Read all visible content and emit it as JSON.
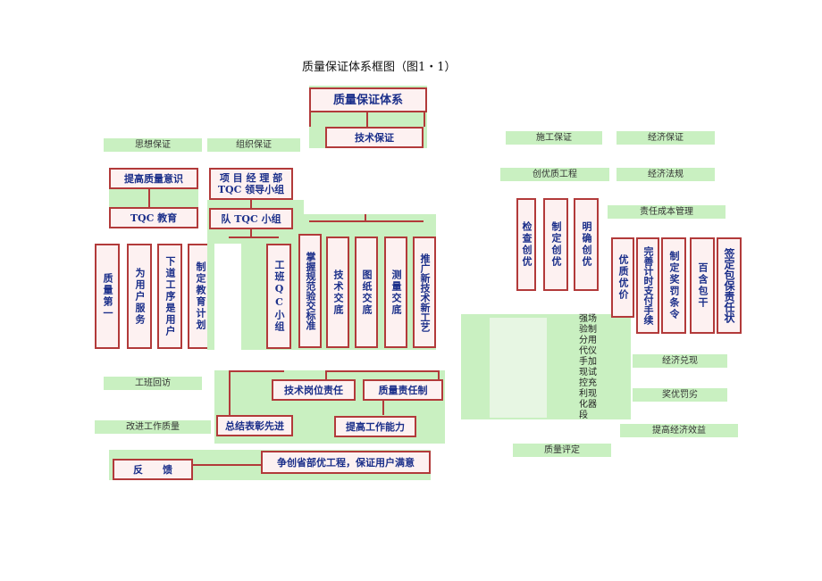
{
  "title": "质量保证体系框图（图1・1）",
  "top": {
    "main": "质量保证体系",
    "tech": "技术保证"
  },
  "labels": {
    "thought": "思想保证",
    "org": "组织保证",
    "construction": "施工保证",
    "economic": "经济保证",
    "excellent_project": "创优质工程",
    "economic_law": "经济法规",
    "cost_mgmt": "责任成本管理",
    "return_visit": "工班回访",
    "improve_work": "改进工作质量",
    "economic_cash": "经济兑现",
    "reward_punish": "奖优罚劣",
    "improve_benefit": "提高经济效益",
    "quality_eval": "质量评定"
  },
  "left": {
    "raise_awareness": "提高质量意识",
    "tqc_edu": "TQC 教育",
    "verticals": [
      "质量第一",
      "为用户服务",
      "下道工序是用户",
      "制定教育计划"
    ]
  },
  "org": {
    "leader_group": "项 目 经 理 部\nTQC 领导小组",
    "team_group": "队 TQC 小组",
    "shift_group": "工班QC小组"
  },
  "tech": {
    "verticals": [
      "掌握规范验交标准",
      "技术交底",
      "图纸交底",
      "测量交底",
      "推广新技术新工艺"
    ]
  },
  "construction": {
    "verticals": [
      "检查创优",
      "制定创优",
      "明确创优"
    ],
    "side_text": [
      "强场",
      "验制",
      "分用",
      "代仪",
      "手加",
      "现试",
      "控充",
      "利现",
      "化器",
      "段"
    ]
  },
  "economic": {
    "verticals": [
      "优质优价",
      "完善计时支付手续",
      "制定奖罚条令",
      "百含包干",
      "签定包保责任状"
    ]
  },
  "bottom": {
    "tech_post": "技术岗位责任",
    "quality_resp": "质量责任制",
    "summary": "总结表彰先进",
    "improve_ability": "提高工作能力",
    "feedback": "反　　馈",
    "strive": "争创省部优工程，保证用户满意"
  }
}
